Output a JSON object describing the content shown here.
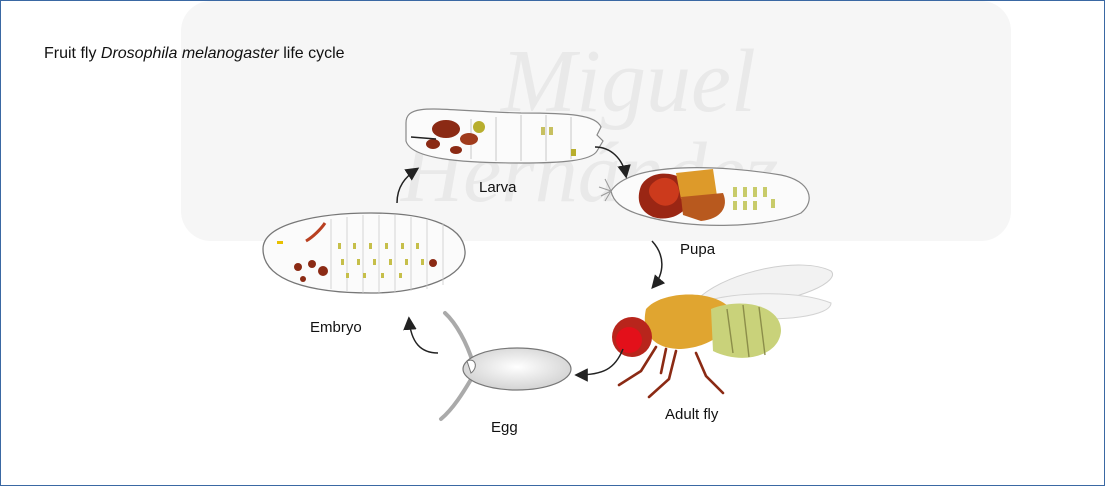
{
  "title": {
    "prefix": "Fruit fly ",
    "species": "Drosophila melanogaster",
    "suffix": " life cycle"
  },
  "watermark": {
    "line1": "Miguel",
    "line2": "Hernández"
  },
  "stages": {
    "larva": "Larva",
    "pupa": "Pupa",
    "embryo": "Embryo",
    "egg": "Egg",
    "adult": "Adult fly"
  },
  "colors": {
    "frame_border": "#3a68a3",
    "arrow": "#222222",
    "watermark": "#eeeeee",
    "fly_body": "#e0a530",
    "fly_eye": "#e3101a",
    "fly_abdomen": "#c9d27a",
    "larva_organ": "#8b2a14"
  }
}
